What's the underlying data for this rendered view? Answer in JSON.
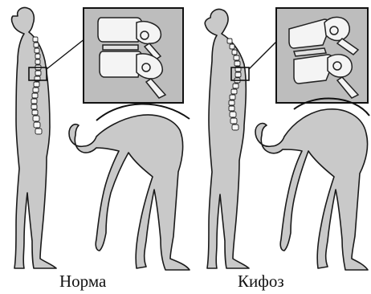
{
  "labels": {
    "normal": "Норма",
    "kyphosis": "Кифоз"
  },
  "panels": [
    {
      "name": "normal",
      "spine": "straight",
      "inset_vertebrae": 2
    },
    {
      "name": "kyphosis",
      "spine": "curved",
      "inset_vertebrae": 2
    }
  ],
  "colors": {
    "body": "#c9c9c9",
    "inset_background": "#bdbdbd",
    "bone": "#f4f4f4",
    "outline": "#111111"
  }
}
